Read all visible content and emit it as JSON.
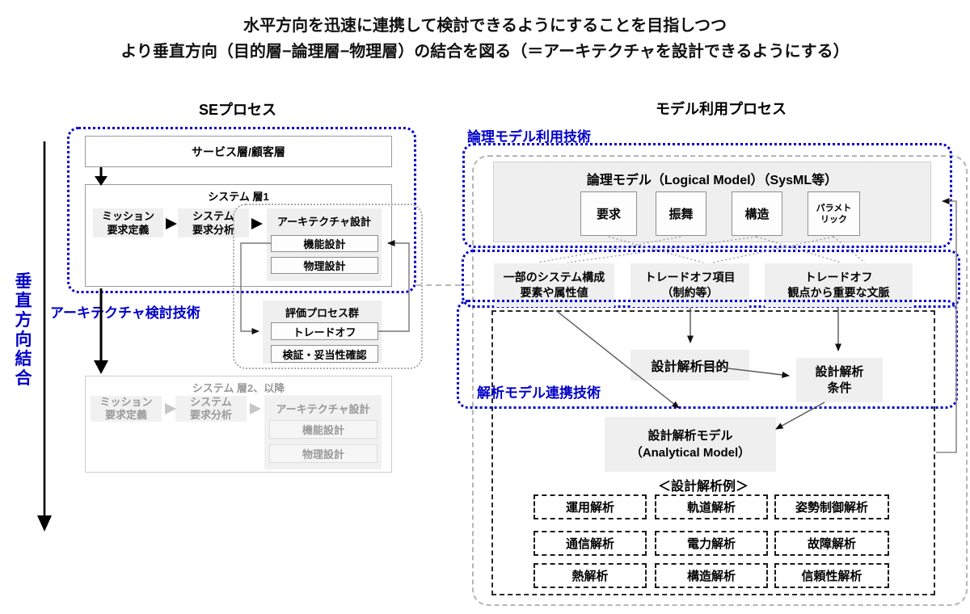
{
  "colors": {
    "accent_blue": "#0000c8",
    "box_gray": "#efefef",
    "muted_gray": "#999999"
  },
  "title": {
    "line1": "水平方向を迅速に連携して検討できるようにすることを目指しつつ",
    "line2": "より垂直方向（目的層−論理層−物理層）の結合を図る（＝アーキテクチャを設計できるようにする）"
  },
  "left": {
    "heading": "SEプロセス",
    "vertical_axis_label": "垂\n直\n方\n向\n結\n合",
    "arch_review_label": "アーキテクチャ検討技術",
    "service_layer": "サービス層/顧客層",
    "layer1": {
      "title": "システム 層1",
      "mission": "ミッション\n要求定義",
      "req_analysis": "システム\n要求分析",
      "arch": {
        "title": "アーキテクチャ設計",
        "func": "機能設計",
        "phys": "物理設計"
      }
    },
    "eval": {
      "title": "評価プロセス群",
      "tradeoff": "トレードオフ",
      "verify": "検証・妥当性確認"
    },
    "layer2": {
      "title": "システム 層2、以降",
      "mission": "ミッション\n要求定義",
      "req_analysis": "システム\n要求分析",
      "arch": {
        "title": "アーキテクチャ設計",
        "func": "機能設計",
        "phys": "物理設計"
      }
    }
  },
  "right": {
    "heading": "モデル利用プロセス",
    "logical_tech_label": "論理モデル利用技術",
    "analysis_tech_label": "解析モデル連携技術",
    "logical_model": {
      "title": "論理モデル（Logical Model）（SysML等）",
      "req": "要求",
      "behavior": "振舞",
      "structure": "構造",
      "parametric": "パラメト\nリック"
    },
    "mapping": {
      "partial": "一部のシステム構成\n要素や属性値",
      "tradeoff_items": "トレードオフ項目\n（制約等）",
      "tradeoff_context": "トレードオフ\n観点から重要な文脈"
    },
    "analysis": {
      "purpose": "設計解析目的",
      "condition": "設計解析\n条件",
      "model": "設計解析モデル\n（Analytical Model）"
    },
    "examples": {
      "title": "＜設計解析例＞",
      "items": [
        "運用解析",
        "軌道解析",
        "姿勢制御解析",
        "通信解析",
        "電力解析",
        "故障解析",
        "熱解析",
        "構造解析",
        "信頼性解析"
      ]
    }
  }
}
